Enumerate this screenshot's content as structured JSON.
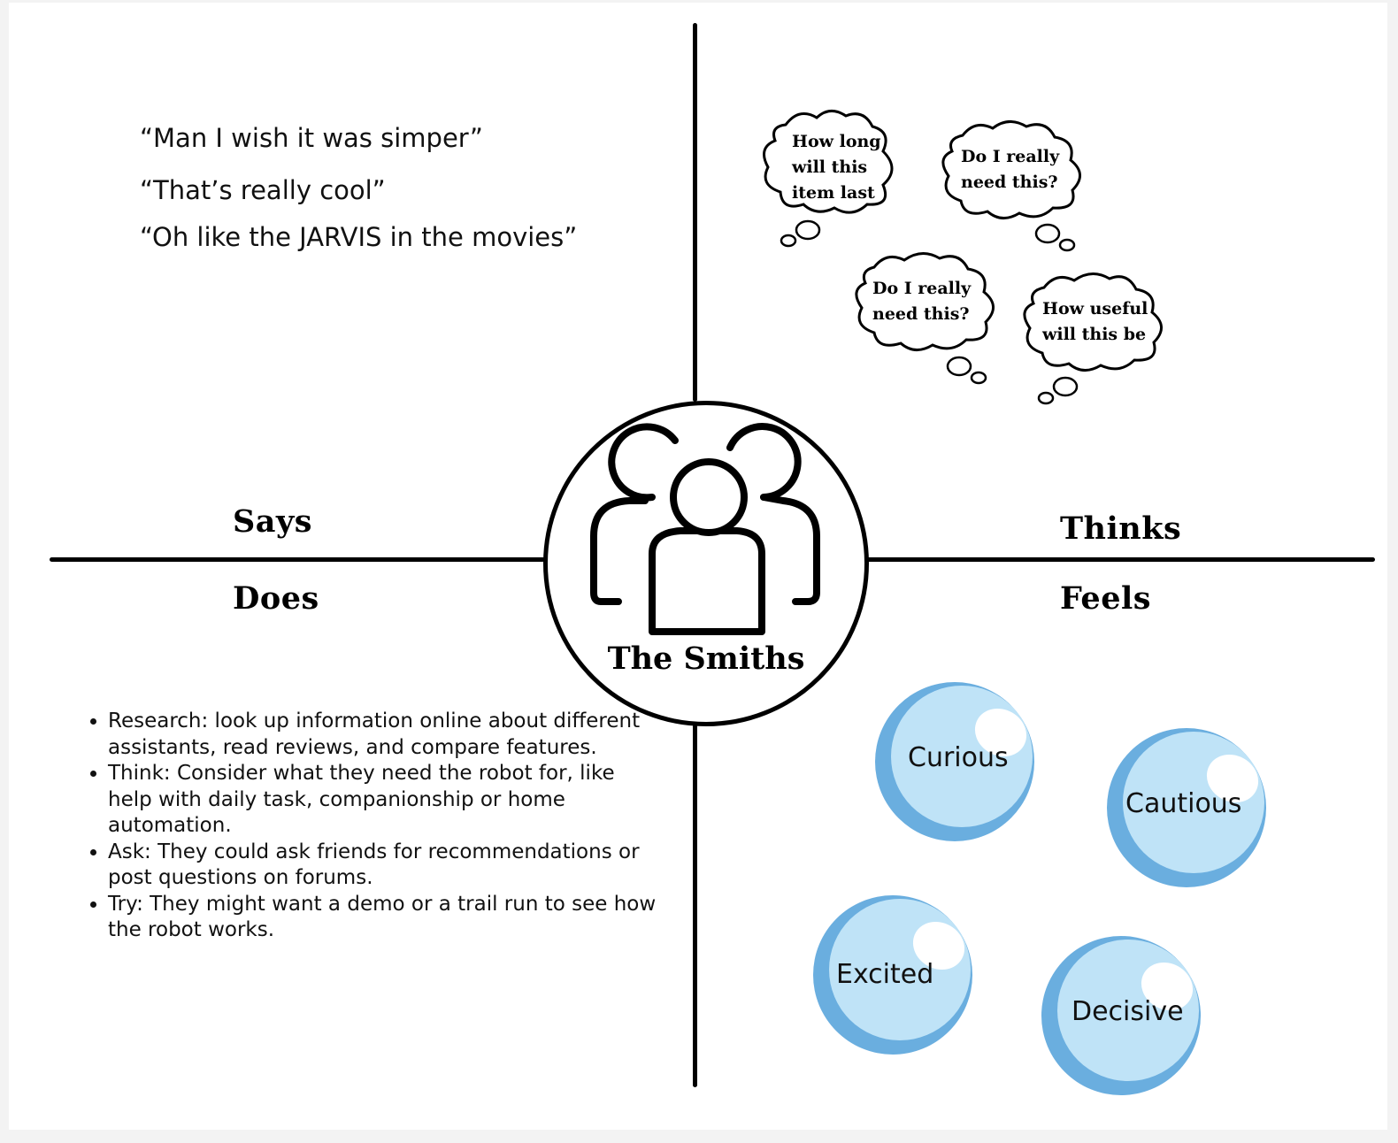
{
  "persona": {
    "name": "The Smiths",
    "icon": "family-group-icon"
  },
  "quadrants": {
    "says": {
      "label": "Says",
      "quotes": [
        "“Man I wish it was simper”",
        "“That’s really cool”",
        "“Oh like the JARVIS in the movies”"
      ]
    },
    "thinks": {
      "label": "Thinks",
      "thoughts": [
        "How long\nwill this\nitem last",
        "Do I really\nneed this?",
        "Do I really\nneed this?",
        "How useful\nwill this be"
      ]
    },
    "does": {
      "label": "Does",
      "items": [
        "Research: look up information online about different assistants, read reviews, and compare features.",
        "Think: Consider what they need the robot for, like help with daily task, companionship or home automation.",
        "Ask: They could ask friends for recommendations or post questions on forums.",
        "Try: They might want a demo or a trail run to see how the robot works."
      ]
    },
    "feels": {
      "label": "Feels",
      "feelings": [
        "Curious",
        "Cautious",
        "Excited",
        "Decisive"
      ]
    }
  },
  "colors": {
    "bubble_fill": "#bfe3f7",
    "bubble_edge": "#6aaedf",
    "line": "#000000"
  }
}
